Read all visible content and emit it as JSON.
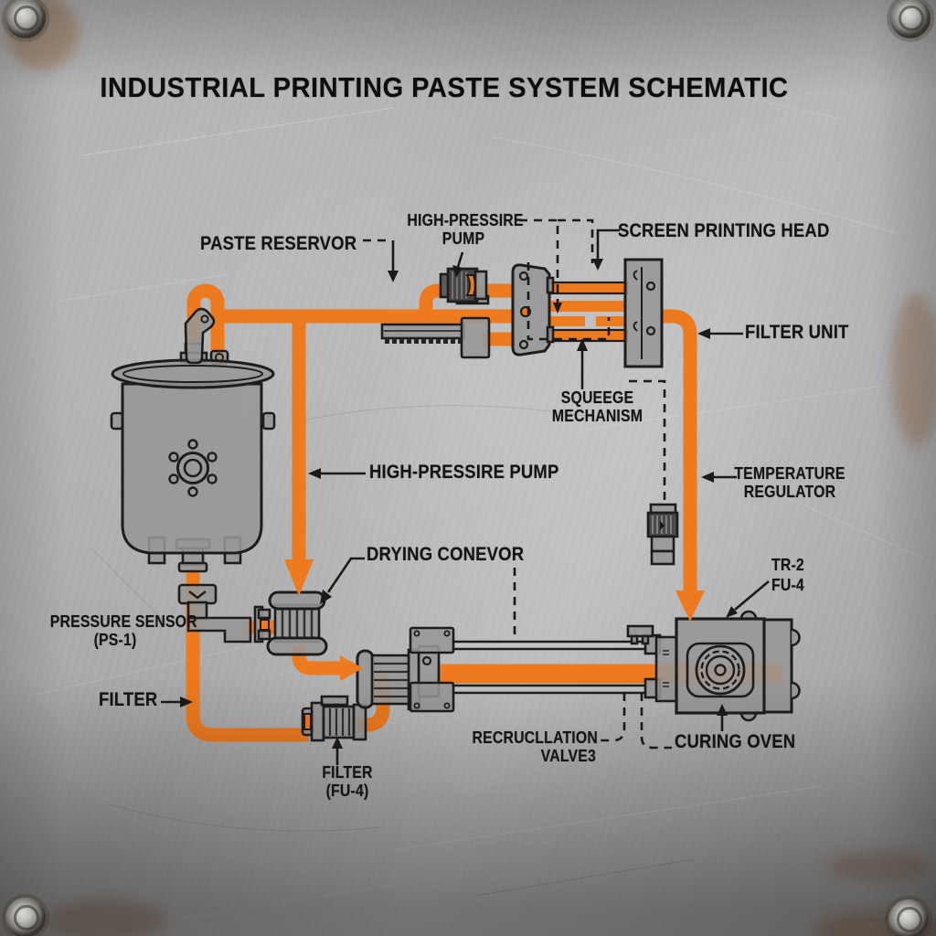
{
  "title": "INDUSTRIAL PRINTING PASTE SYSTEM SCHEMATIC",
  "colors": {
    "pipe_orange": "#ED7A1E",
    "label_ink": "#141414",
    "component_gray": "#9B9B9B",
    "outline_dark": "#1D1D1D",
    "metal_light": "#BCBCBE",
    "metal_dark": "#737375"
  },
  "labels": {
    "paste_reservoir": "PASTE RESERVOR",
    "hp_pump_top": {
      "line1": "HIGH-PRESSIRE",
      "line2": "PUMP"
    },
    "screen_printing_head": "SCREEN PRINTING HEAD",
    "filter_unit": "FILTER UNIT",
    "squeegee": {
      "line1": "SQUEEGE",
      "line2": "MECHANISM"
    },
    "hp_pump_mid": "HIGH-PRESSIRE PUMP",
    "temperature_regulator": {
      "line1": "TEMPERATURE",
      "line2": "REGULATOR"
    },
    "drying_conveyor": "DRYING CONEVOR",
    "oven_tag": {
      "line1": "TR-2",
      "line2": "FU-4"
    },
    "pressure_sensor": {
      "line1": "PRESSURE SENSOR",
      "line2": "(PS-1)"
    },
    "filter_inline": "FILTER",
    "filter_fu4": {
      "line1": "FILTER",
      "line2": "(FU-4)"
    },
    "recirculation_valve": {
      "line1": "RECRUCLLATION",
      "line2": "VALVE3"
    },
    "curing_oven": "CURING OVEN"
  }
}
